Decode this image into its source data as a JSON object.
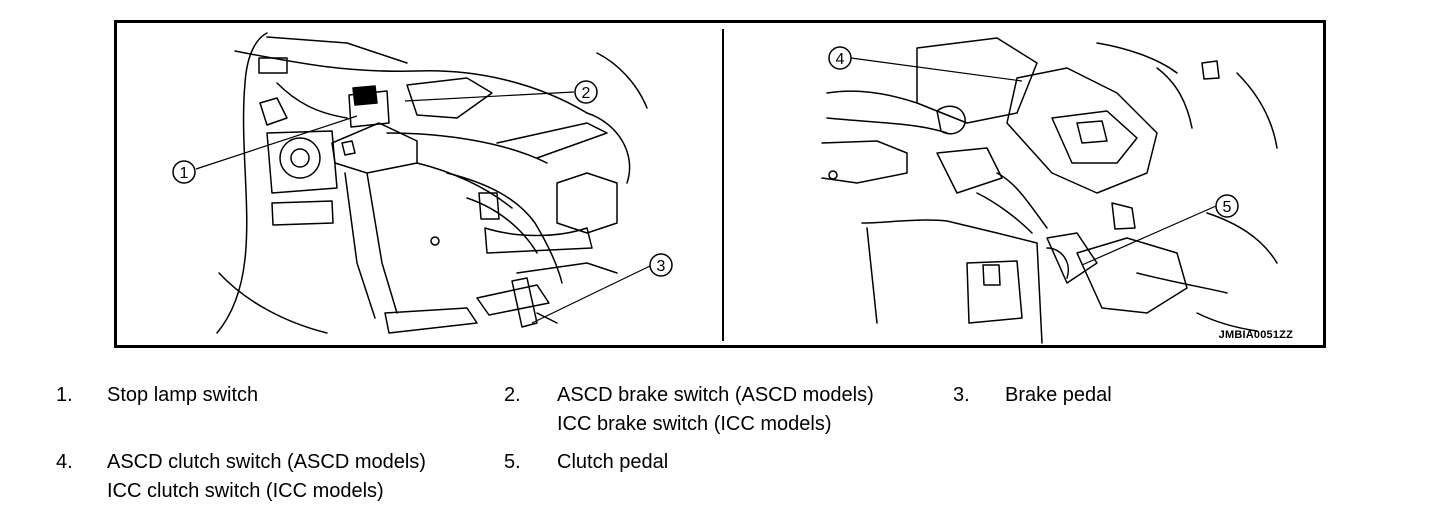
{
  "figure": {
    "code": "JMBIA0051ZZ",
    "callouts": [
      "1",
      "2",
      "3",
      "4",
      "5"
    ]
  },
  "legend": [
    {
      "num": "1.",
      "lines": [
        "Stop lamp switch"
      ]
    },
    {
      "num": "2.",
      "lines": [
        "ASCD brake switch (ASCD models)",
        "ICC brake switch (ICC models)"
      ]
    },
    {
      "num": "3.",
      "lines": [
        "Brake pedal"
      ]
    },
    {
      "num": "4.",
      "lines": [
        "ASCD clutch switch (ASCD models)",
        "ICC clutch switch (ICC models)"
      ]
    },
    {
      "num": "5.",
      "lines": [
        "Clutch pedal"
      ]
    }
  ]
}
